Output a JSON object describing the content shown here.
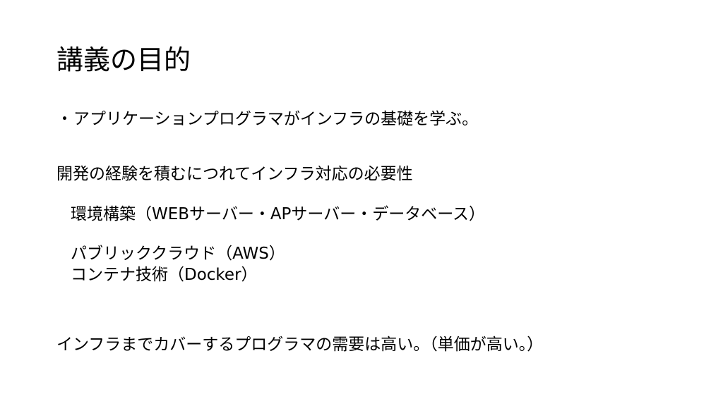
{
  "slide": {
    "title": "講義の目的",
    "bullet": {
      "marker": "・",
      "text": "アプリケーションプログラマがインフラの基礎を学ぶ。"
    },
    "section_heading": "開発の経験を積むにつれてインフラ対応の必要性",
    "sub_items": [
      "環境構築（WEBサーバー・APサーバー・データベース）",
      "パブリッククラウド（AWS）",
      "コンテナ技術（Docker）"
    ],
    "conclusion": "インフラまでカバーするプログラマの需要は高い。（単価が高い。）"
  }
}
